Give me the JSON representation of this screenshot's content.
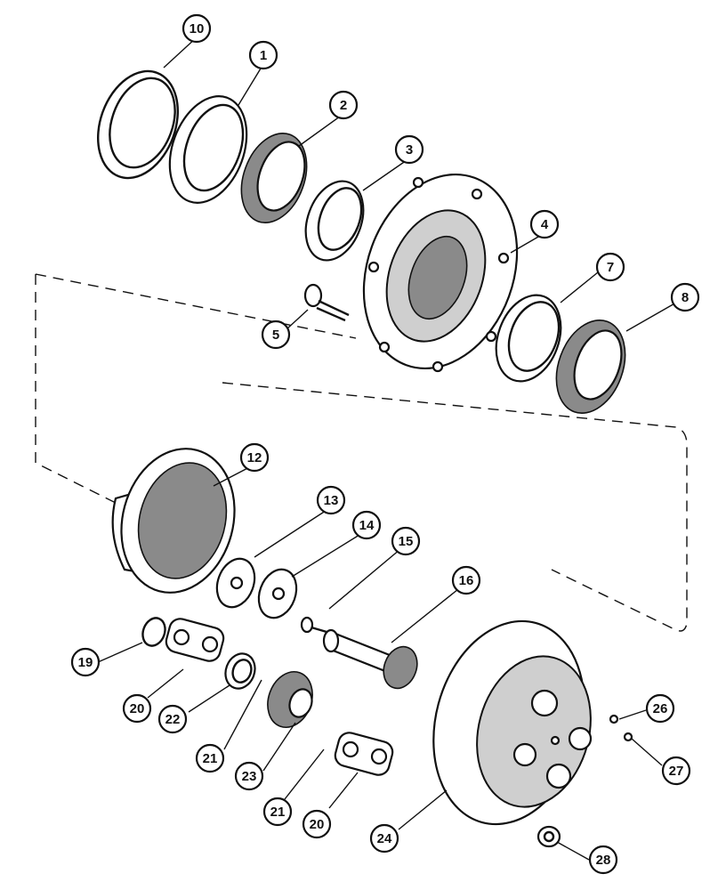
{
  "callouts": [
    {
      "id": "c10",
      "label": "10"
    },
    {
      "id": "c1",
      "label": "1"
    },
    {
      "id": "c2",
      "label": "2"
    },
    {
      "id": "c3",
      "label": "3"
    },
    {
      "id": "c4",
      "label": "4"
    },
    {
      "id": "c5",
      "label": "5"
    },
    {
      "id": "c7",
      "label": "7"
    },
    {
      "id": "c8",
      "label": "8"
    },
    {
      "id": "c12",
      "label": "12"
    },
    {
      "id": "c13",
      "label": "13"
    },
    {
      "id": "c14",
      "label": "14"
    },
    {
      "id": "c15",
      "label": "15"
    },
    {
      "id": "c16",
      "label": "16"
    },
    {
      "id": "c19",
      "label": "19"
    },
    {
      "id": "c20a",
      "label": "20"
    },
    {
      "id": "c22",
      "label": "22"
    },
    {
      "id": "c21a",
      "label": "21"
    },
    {
      "id": "c23",
      "label": "23"
    },
    {
      "id": "c21b",
      "label": "21"
    },
    {
      "id": "c20b",
      "label": "20"
    },
    {
      "id": "c24",
      "label": "24"
    },
    {
      "id": "c26",
      "label": "26"
    },
    {
      "id": "c27",
      "label": "27"
    },
    {
      "id": "c28",
      "label": "28"
    }
  ]
}
